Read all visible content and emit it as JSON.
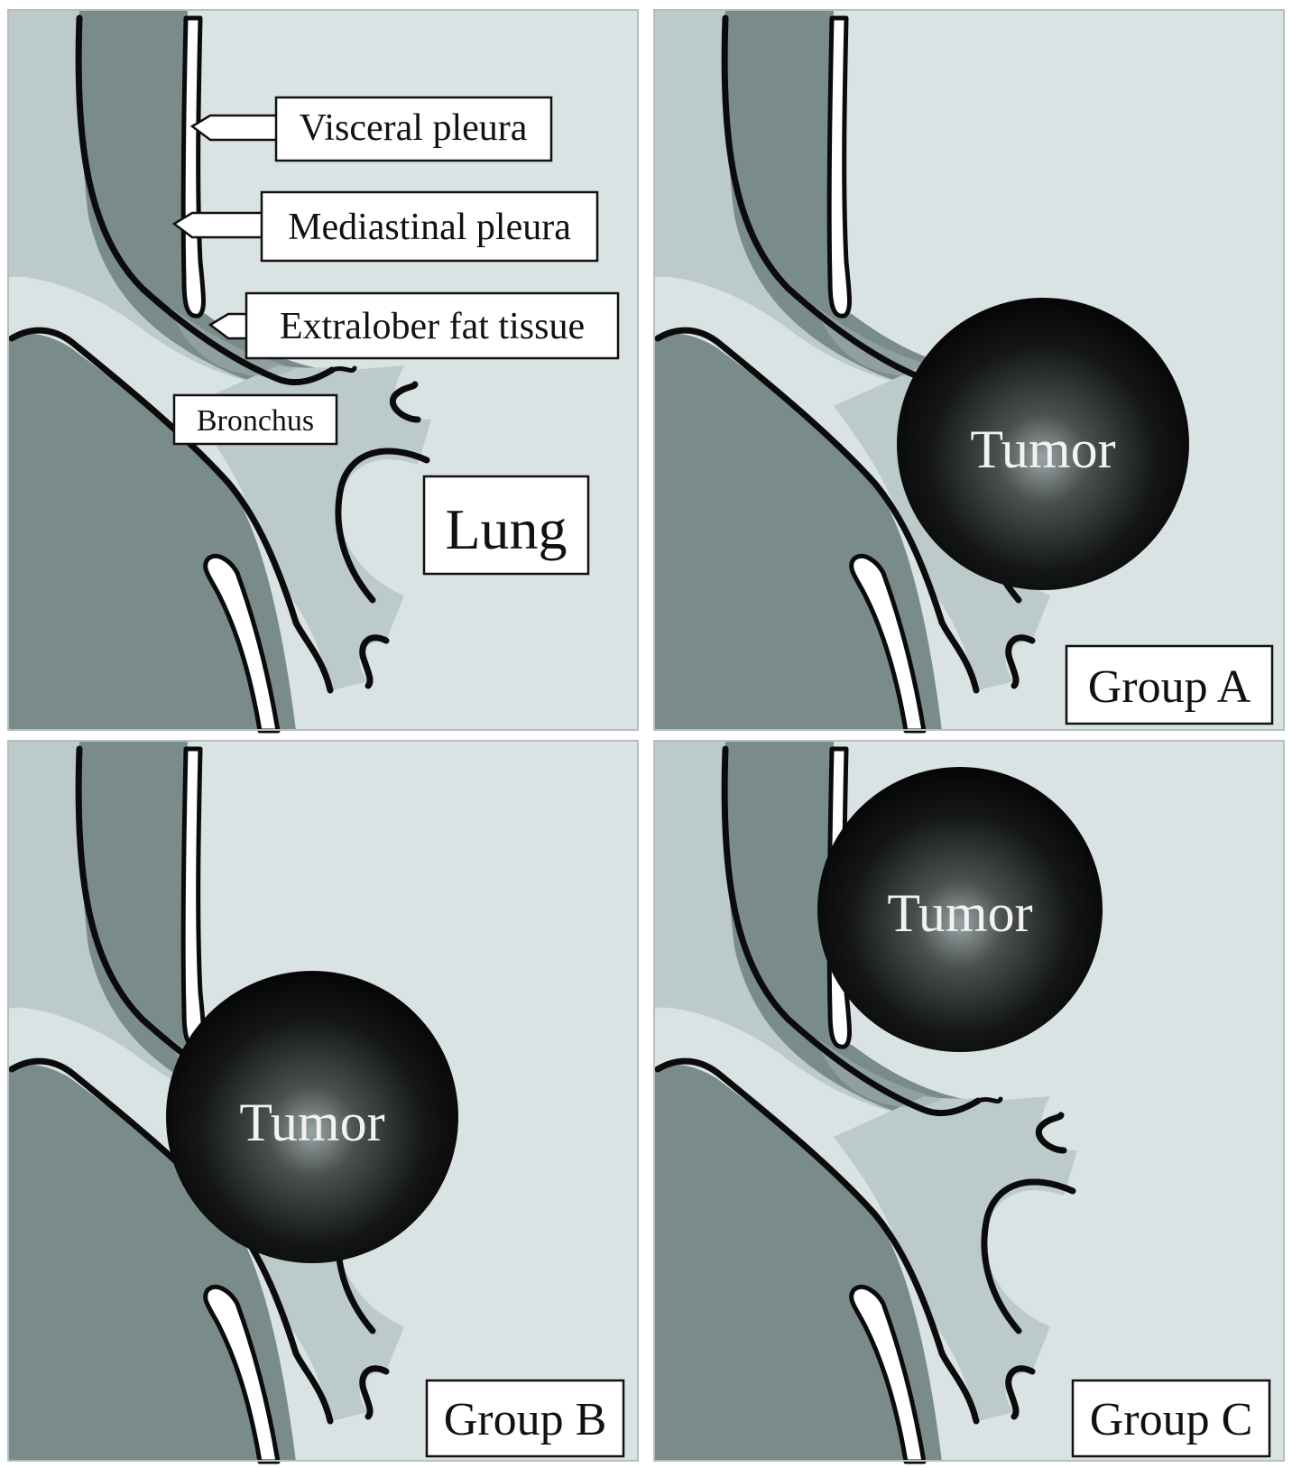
{
  "panels": [
    {
      "id": "normal",
      "labels": {
        "visceral_pleura": "Visceral pleura",
        "mediastinal_pleura": "Mediastinal pleura",
        "extralober_fat": "Extralober fat tissue",
        "bronchus": "Bronchus",
        "lung": "Lung"
      }
    },
    {
      "id": "group-a",
      "group_label": "Group A",
      "tumor_label": "Tumor"
    },
    {
      "id": "group-b",
      "group_label": "Group B",
      "tumor_label": "Tumor"
    },
    {
      "id": "group-c",
      "group_label": "Group C",
      "tumor_label": "Tumor"
    }
  ],
  "colors": {
    "lung_background": "#d9e3e3",
    "mediastinum": "#7a8b8b",
    "bronchus": "#bccacb",
    "pleura": "#ffffff",
    "outline": "#0b0b0b",
    "tumor_dark": "#0d0d0d",
    "tumor_highlight": "#9aa4a4"
  }
}
